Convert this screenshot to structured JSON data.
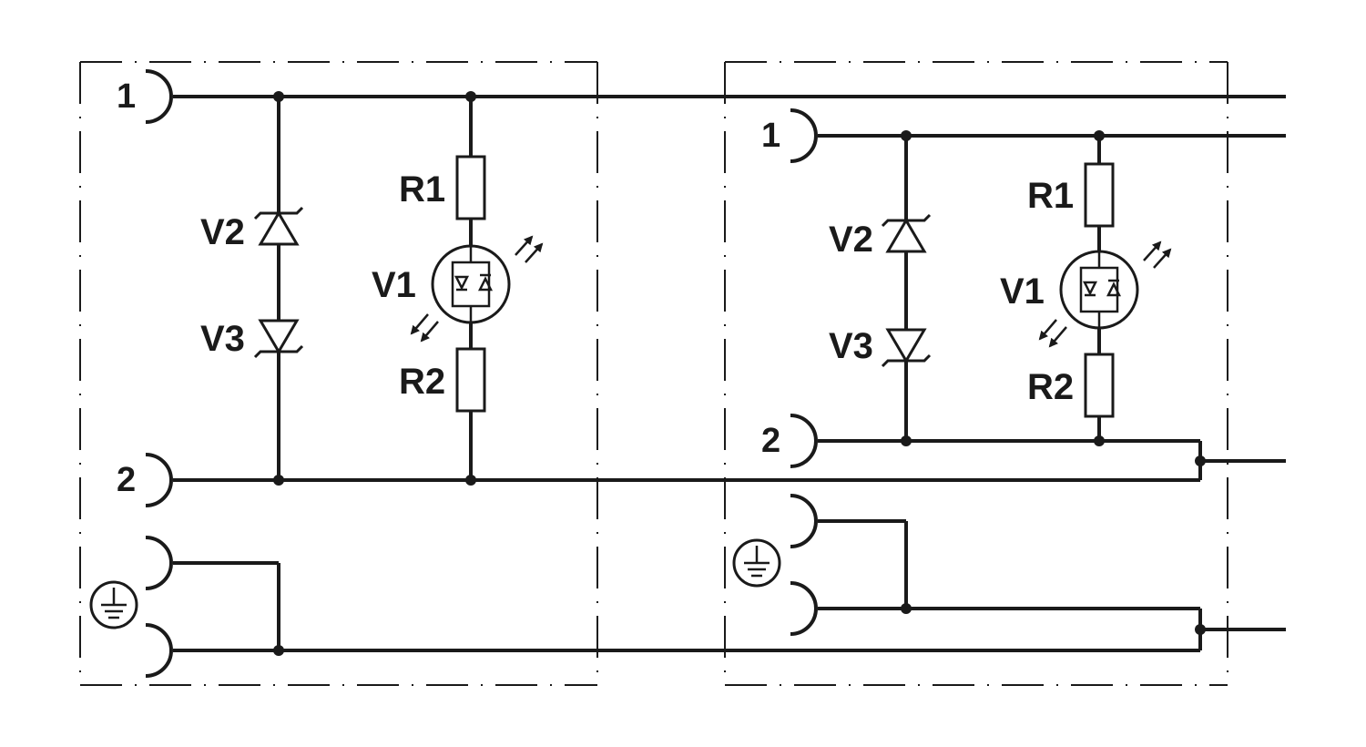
{
  "left_circuit": {
    "pin_1": "1",
    "pin_2": "2",
    "zener_upper": "V2",
    "zener_lower": "V3",
    "resistor_top": "R1",
    "led": "V1",
    "resistor_bottom": "R2"
  },
  "right_circuit": {
    "pin_1": "1",
    "pin_2": "2",
    "zener_upper": "V2",
    "zener_lower": "V3",
    "resistor_top": "R1",
    "led": "V1",
    "resistor_bottom": "R2"
  },
  "icons": {
    "ground": "protective-earth-icon",
    "socket": "socket-contact-icon",
    "junction": "junction-dot"
  },
  "colors": {
    "line": "#1a1a1a",
    "background": "#ffffff"
  }
}
